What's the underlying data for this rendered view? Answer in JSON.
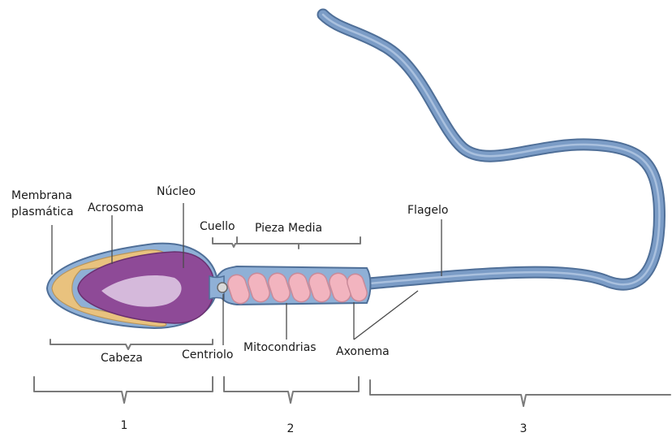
{
  "labels": {
    "membrana_line1": "Membrana",
    "membrana_line2": "plasmática",
    "acrosoma": "Acrosoma",
    "nucleo": "Núcleo",
    "cuello": "Cuello",
    "pieza_media": "Pieza Media",
    "flagelo": "Flagelo",
    "cabeza": "Cabeza",
    "centriolo": "Centriolo",
    "mitocondrias": "Mitocondrias",
    "axonema": "Axonema"
  },
  "sections": [
    "1",
    "2",
    "3"
  ],
  "colors": {
    "acrosome": "#e9c27e",
    "nucleus": "#8e4a97",
    "nucleus_highlight": "#e2cde6",
    "membrane": "#8fb0d6",
    "flagellum": "#7b9cc6",
    "flagellum_outline": "#4f6f98",
    "mitochondria": "#f2b4bf",
    "brace": "#7a7a7a"
  }
}
